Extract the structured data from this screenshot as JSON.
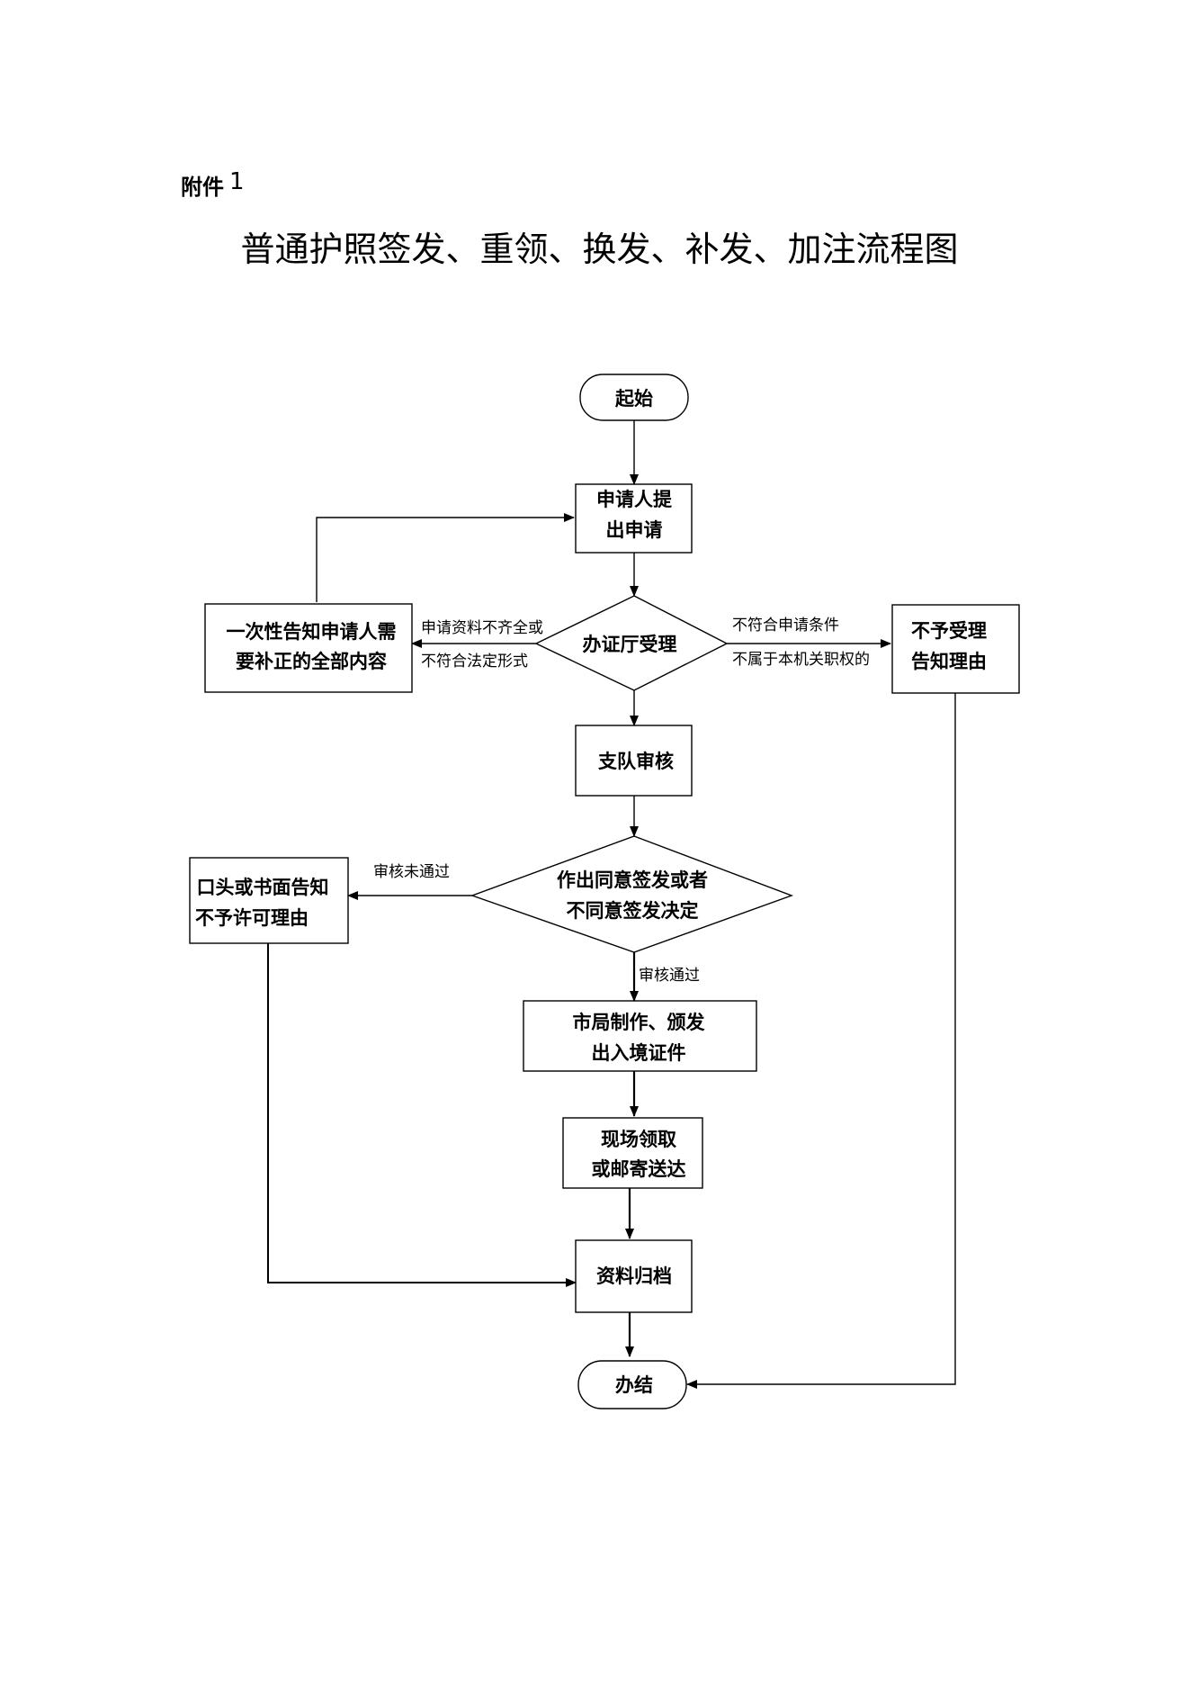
{
  "header": {
    "attachment_label": "附件",
    "attachment_number": "1",
    "title": "普通护照签发、重领、换发、补发、加注流程图"
  },
  "nodes": {
    "start": "起始",
    "apply": [
      "申请人提",
      "出申请"
    ],
    "accept": "办证厅受理",
    "notify_correction": [
      "一次性告知申请人需",
      "要补正的全部内容"
    ],
    "reject_notice": [
      "不予受理",
      "告知理由"
    ],
    "review": "支队审核",
    "decision": [
      "作出同意签发或者",
      "不同意签发决定"
    ],
    "refuse_notice": [
      "口头或书面告知",
      "不予许可理由"
    ],
    "issue": [
      "市局制作、颁发",
      "出入境证件"
    ],
    "pickup": [
      "现场领取",
      "或邮寄送达"
    ],
    "archive": "资料归档",
    "end": "办结"
  },
  "edges": {
    "incomplete": [
      "申请资料不齐全或",
      "不符合法定形式"
    ],
    "not_eligible": [
      "不符合申请条件",
      "不属于本机关职权的"
    ],
    "review_failed": "审核未通过",
    "review_passed": "审核通过"
  }
}
